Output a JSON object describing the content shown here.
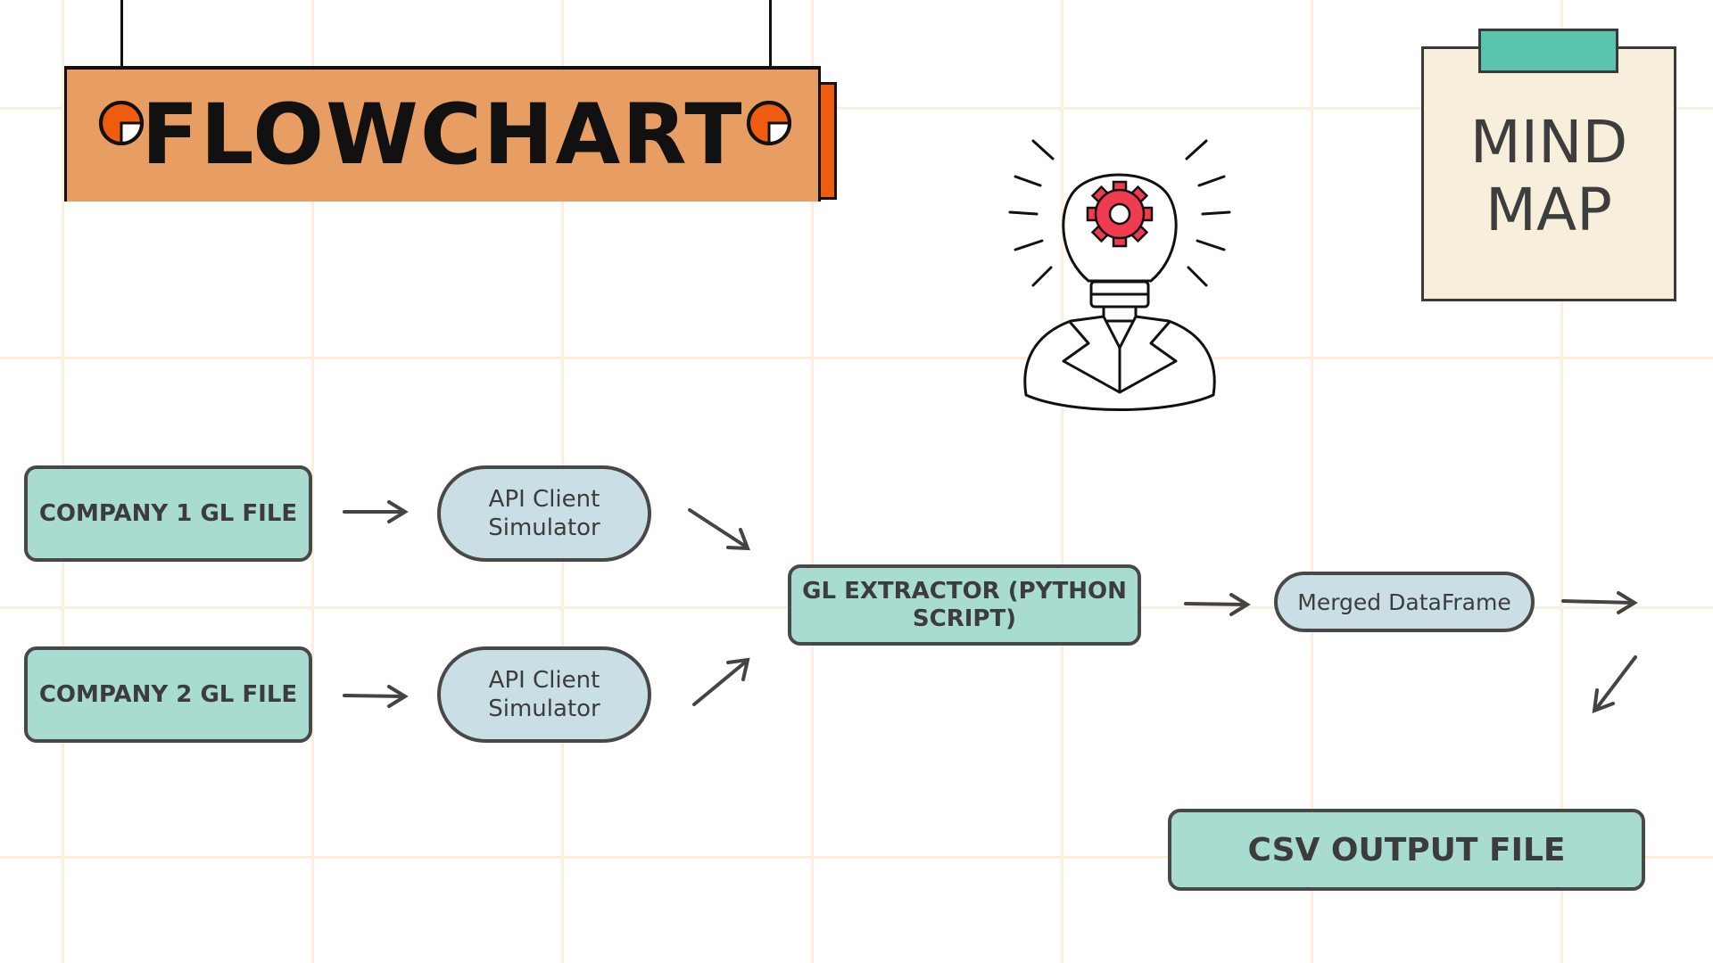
{
  "banner": {
    "title": "FLOWCHART"
  },
  "mind_map": {
    "line1": "MIND",
    "line2": "MAP"
  },
  "nodes": {
    "company1": "COMPANY 1 GL FILE",
    "company2": "COMPANY 2 GL FILE",
    "api1_line1": "API Client",
    "api1_line2": "Simulator",
    "api2_line1": "API Client",
    "api2_line2": "Simulator",
    "extractor_line1": "GL EXTRACTOR (PYTHON",
    "extractor_line2": "SCRIPT)",
    "merged": "Merged DataFrame",
    "csv": "CSV OUTPUT FILE"
  },
  "colors": {
    "banner": "#e89d63",
    "banner_shadow": "#ee5c10",
    "rect_node": "#a8dcd1",
    "pill_node": "#c9dfe5",
    "note": "#f7eedb",
    "tape": "#5bc4ad",
    "gear": "#ef3b4f",
    "arrow": "#444444"
  },
  "icons": [
    "lightbulb-gear-person-icon",
    "ring-icon",
    "arrow-icon"
  ]
}
